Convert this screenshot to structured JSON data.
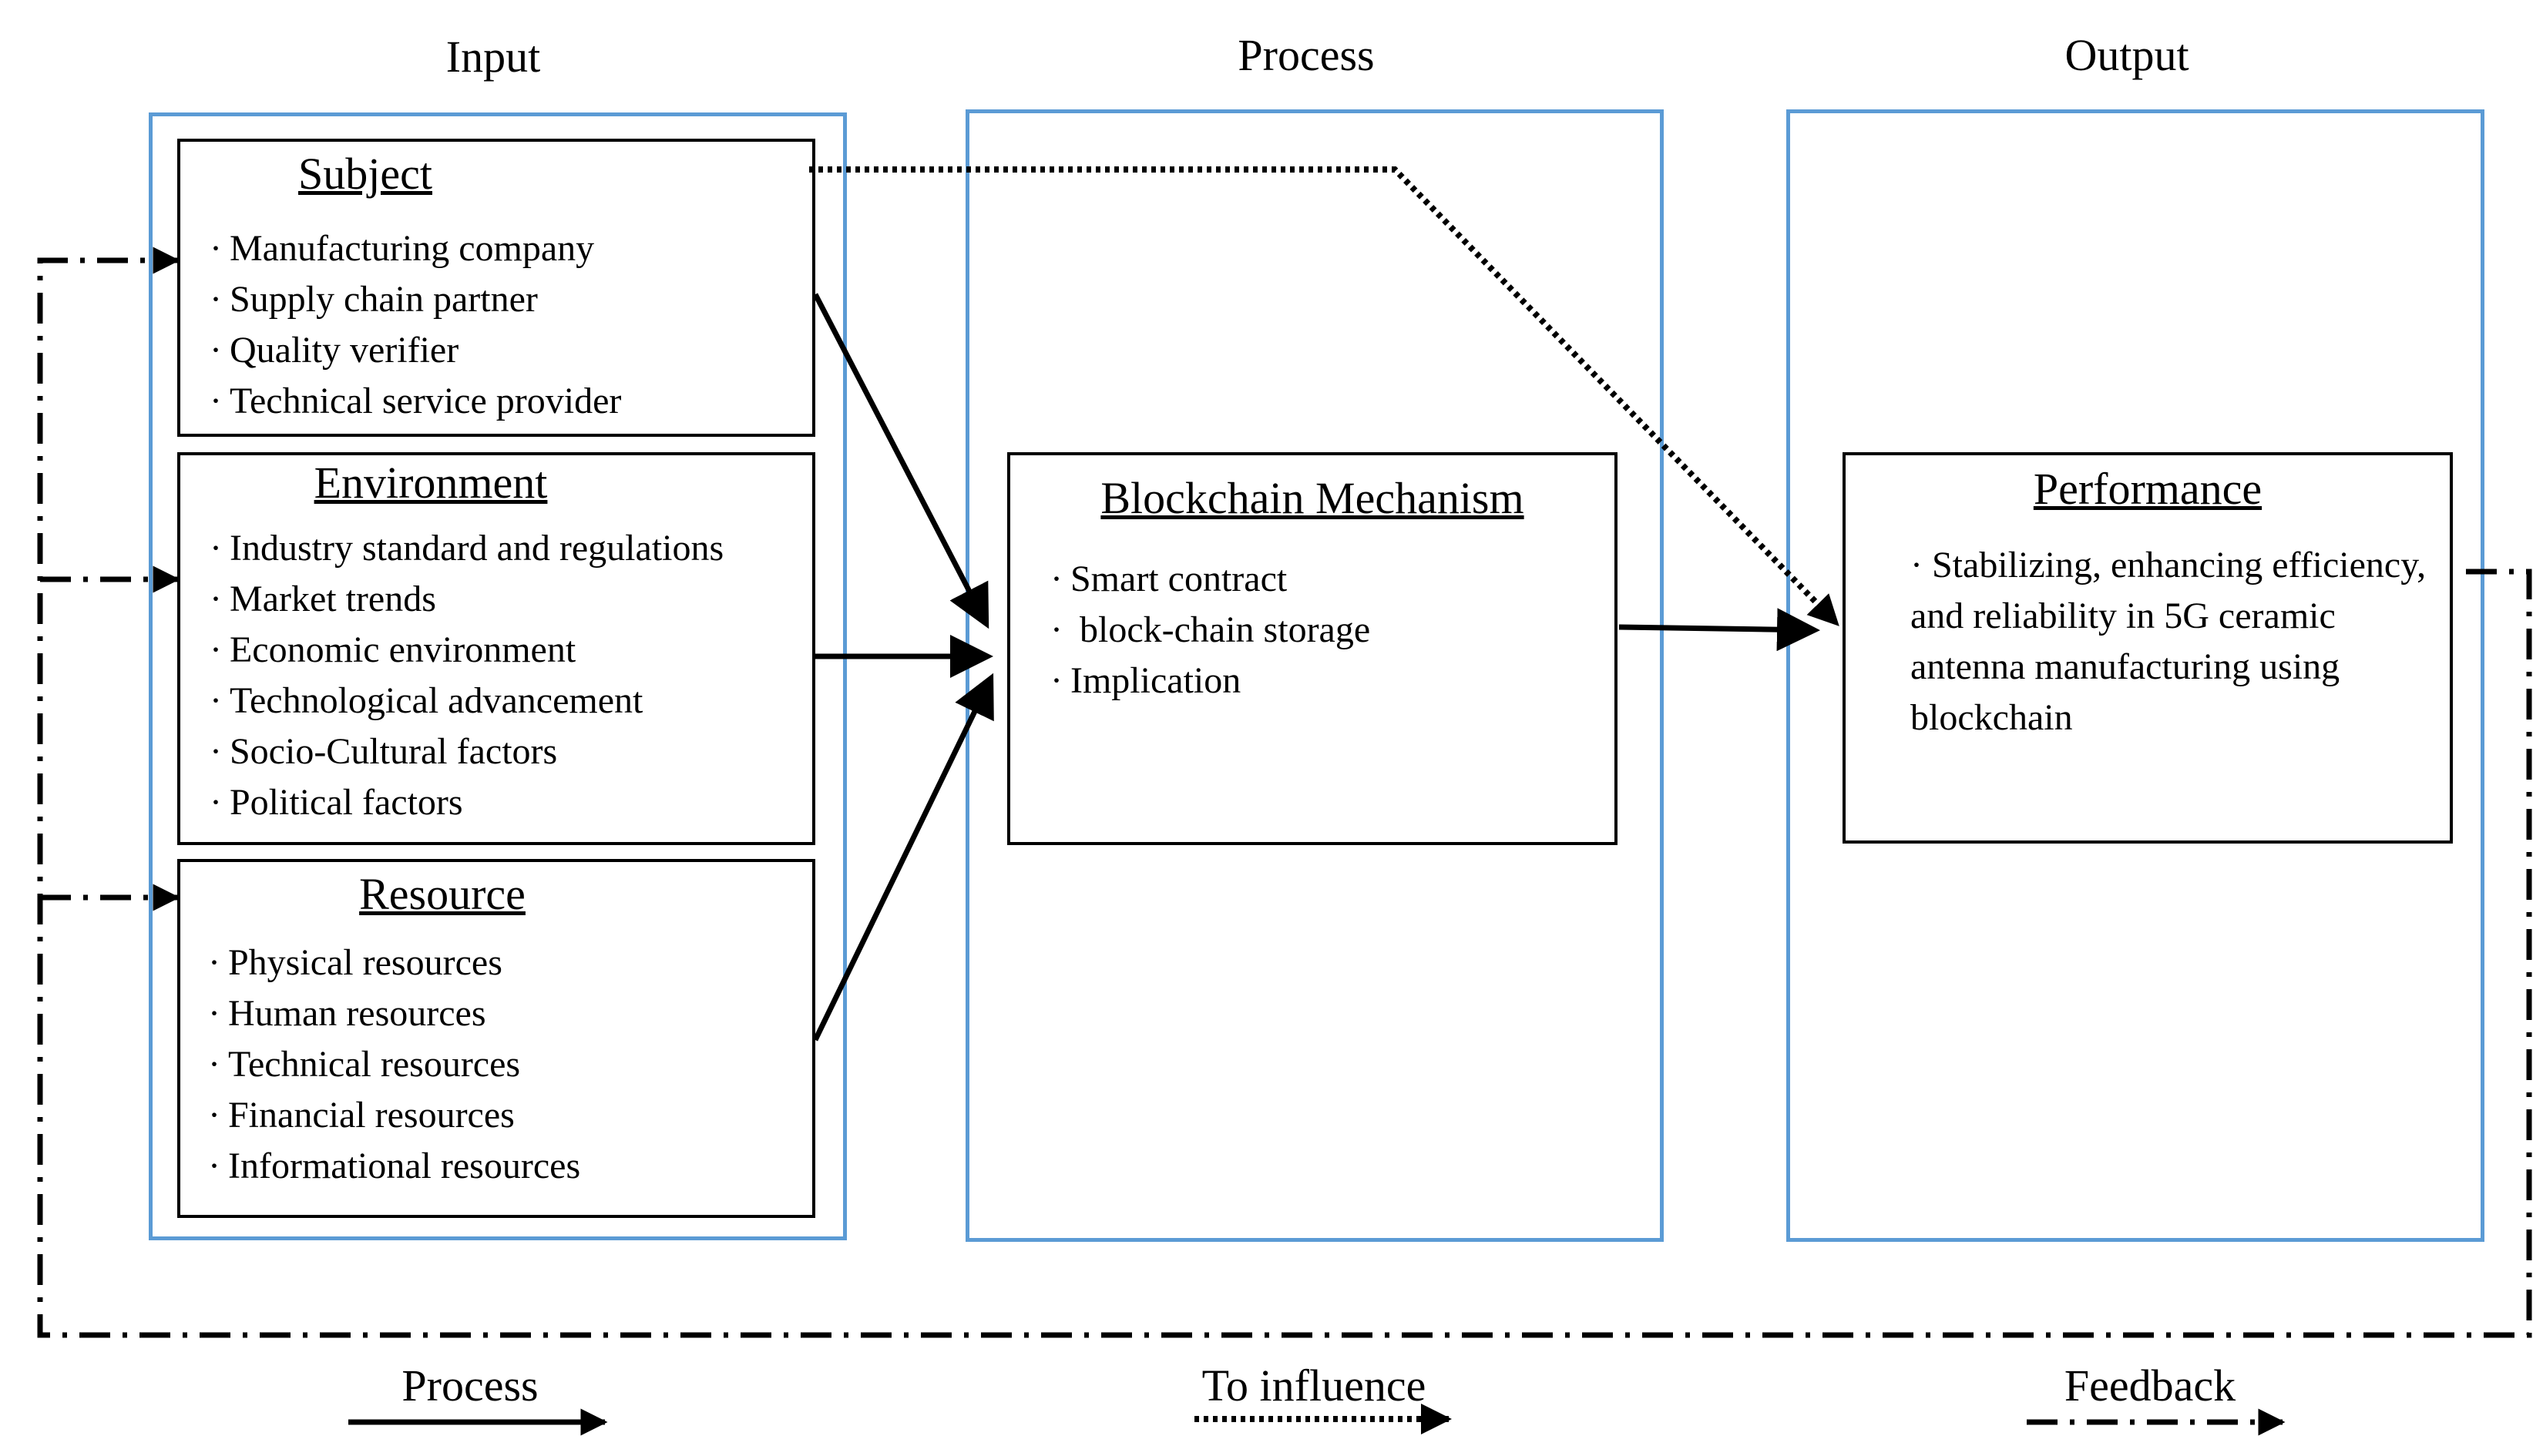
{
  "columns": {
    "input": "Input",
    "process": "Process",
    "output": "Output"
  },
  "subject": {
    "title": "Subject",
    "items": [
      "Manufacturing company",
      "Supply chain partner",
      "Quality verifier",
      "Technical service provider"
    ]
  },
  "environment": {
    "title": "Environment",
    "items": [
      "Industry standard and regulations",
      "Market trends",
      "Economic environment",
      "Technological advancement",
      "Socio-Cultural factors",
      "Political factors"
    ]
  },
  "resource": {
    "title": "Resource",
    "items": [
      "Physical resources",
      "Human resources",
      "Technical resources",
      "Financial resources",
      "Informational resources"
    ]
  },
  "mechanism": {
    "title": "Blockchain Mechanism",
    "items": [
      "Smart contract",
      " block-chain storage",
      "Implication"
    ]
  },
  "performance": {
    "title": "Performance",
    "text": "Stabilizing, enhancing efficiency, and reliability in 5G ceramic antenna manufacturing using blockchain"
  },
  "legend": {
    "process": "Process",
    "influence": "To influence",
    "feedback": "Feedback"
  },
  "colors": {
    "panel_border": "#5b9bd5",
    "box_border": "#000000"
  }
}
